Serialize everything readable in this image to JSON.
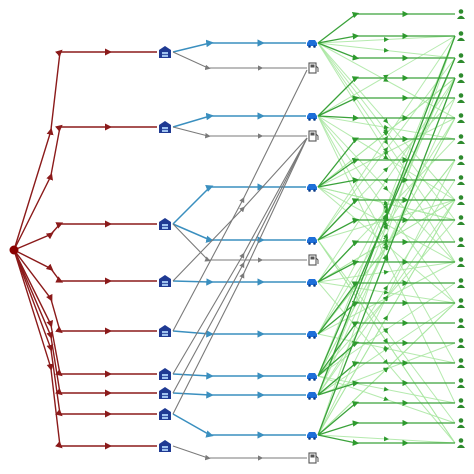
{
  "diagram": {
    "type": "supply-network-flow",
    "colors": {
      "source": "#8b0000",
      "source_edge": "#8b1a1a",
      "warehouse": "#1f3a93",
      "warehouse_edge": "#3a8fbf",
      "hub": "#1e6fd9",
      "pump": "#555555",
      "pump_edge": "#7a7a7a",
      "customer": "#2e8b2e",
      "customer_edge": "#3aa23a",
      "customer_edge_light": "#a8e6a0"
    },
    "icons": {
      "source": "red-dot-icon",
      "warehouse": "warehouse-icon",
      "hub": "car-icon",
      "pump": "fuel-pump-icon",
      "customer": "person-icon"
    },
    "counts": {
      "sources": 1,
      "warehouses": 9,
      "hubs": 9,
      "pumps": 4,
      "customers": 22
    }
  }
}
